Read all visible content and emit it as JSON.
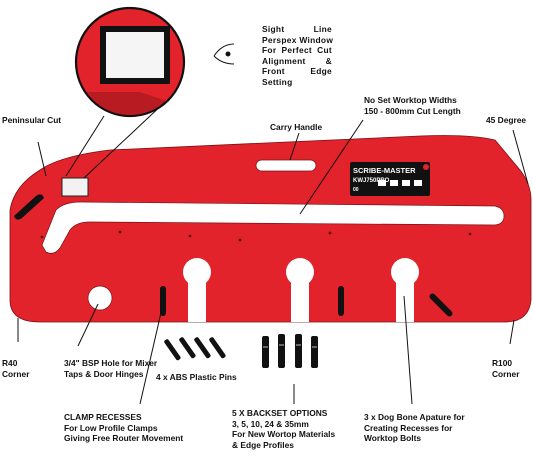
{
  "product": {
    "brand": "SCRIBE-MASTER",
    "model": "KWJ750PRO",
    "window_marking": "00",
    "colors": {
      "body": "#e3232b",
      "body_dark": "#b91b22",
      "label_bg": "#111111",
      "outline": "#111111"
    }
  },
  "callouts": {
    "sight_line": [
      "Sight Line",
      "Perspex Window",
      "For Perfect Cut",
      "Alignment &",
      "Front Edge",
      "Setting"
    ],
    "peninsular_cut": "Peninsular Cut",
    "carry_handle": "Carry Handle",
    "no_set_widths": [
      "No Set Worktop Widths",
      "150 - 800mm Cut Length"
    ],
    "forty_five": "45 Degree",
    "r40": [
      "R40",
      "Corner"
    ],
    "bsp_hole": [
      "3/4\" BSP Hole for Mixer",
      "Taps & Door Hinges"
    ],
    "abs_pins": "4 x ABS Plastic Pins",
    "r100": [
      "R100",
      "Corner"
    ],
    "clamp_recesses": [
      "CLAMP RECESSES",
      "For Low Profile Clamps",
      "Giving Free Router Movement"
    ],
    "backset": [
      "5 X BACKSET OPTIONS",
      "3, 5, 10, 24 & 35mm",
      "For New Wortop Materials",
      "& Edge Profiles"
    ],
    "dog_bone": [
      "3 x Dog Bone Apature for",
      "Creating Recesses for",
      "Worktop Bolts"
    ]
  },
  "icons": {
    "eye": "eye-icon",
    "pin": "abs-pin-icon",
    "backset_pin": "backset-pin-icon"
  }
}
